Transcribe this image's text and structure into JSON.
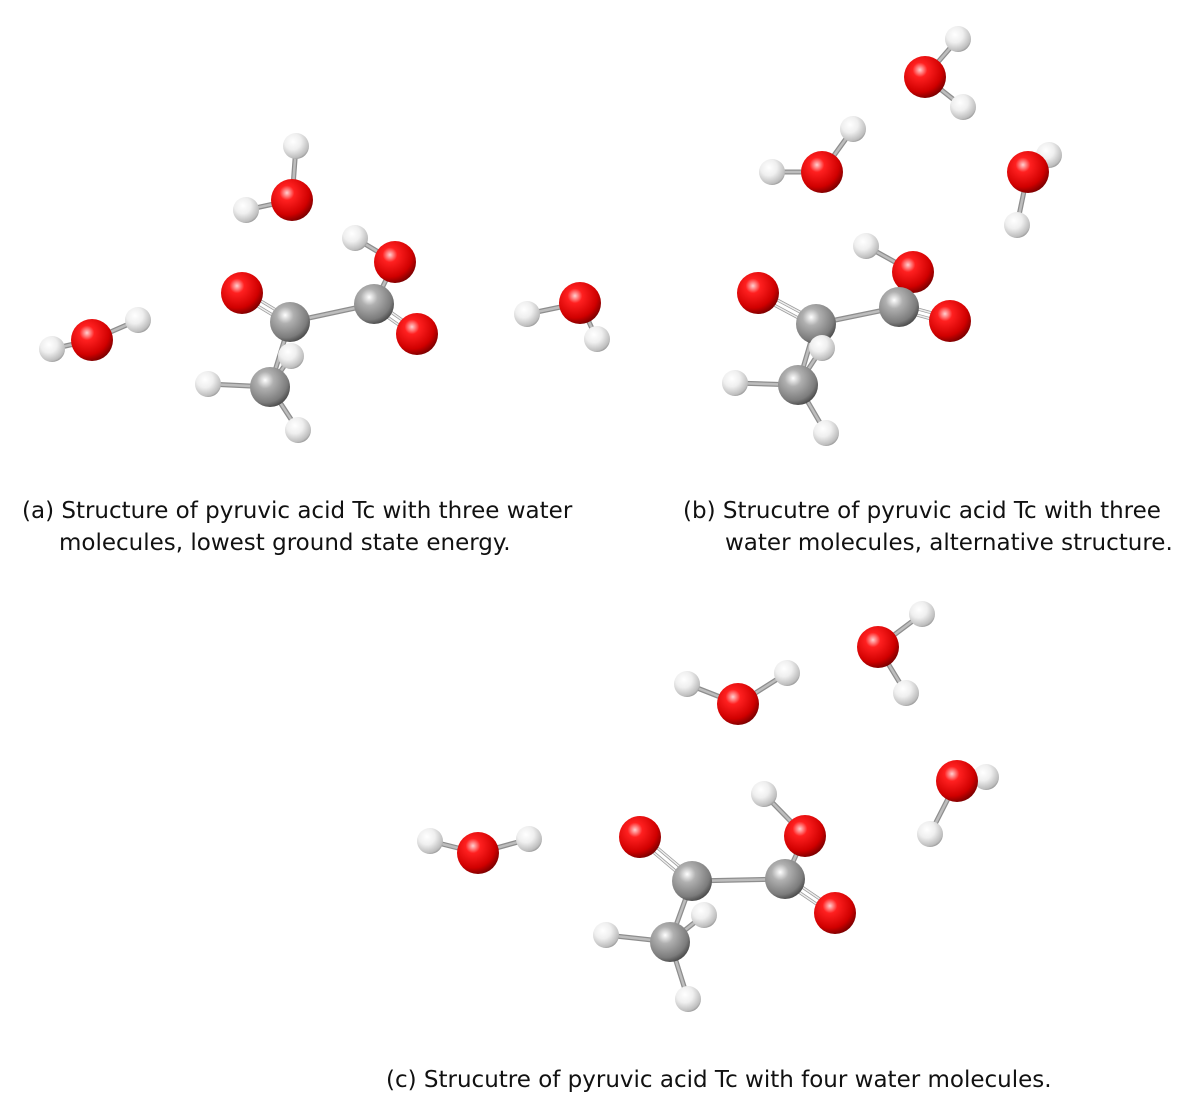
{
  "figure": {
    "panels": [
      {
        "id": "a",
        "caption_line1": "(a) Structure of pyruvic acid Tc with three water",
        "caption_line2": "molecules, lowest ground state energy."
      },
      {
        "id": "b",
        "caption_line1": "(b) Strucutre of pyruvic acid Tc with three",
        "caption_line2": "water molecules, alternative structure."
      },
      {
        "id": "c",
        "caption_line1": "(c) Strucutre of pyruvic acid Tc with four water molecules."
      }
    ],
    "atom_colors": {
      "oxygen": "#e00000",
      "carbon": "#8c8c8c",
      "hydrogen": "#e9e9e9",
      "bond": "#bdbdbd"
    }
  }
}
